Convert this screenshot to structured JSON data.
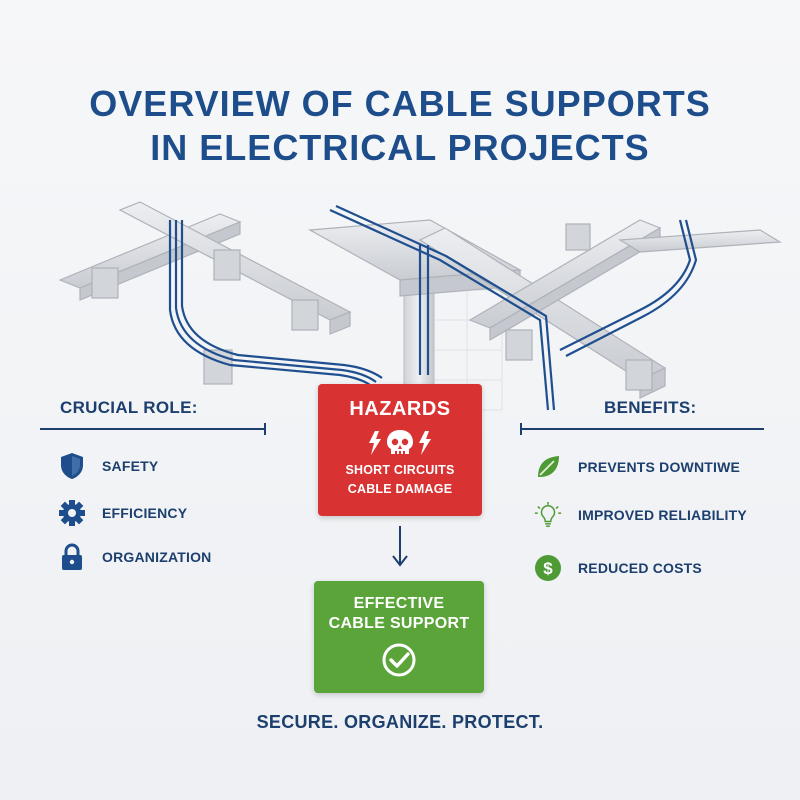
{
  "title": {
    "line1": "OVERVIEW OF CABLE SUPPORTS",
    "line2": "IN ELECTRICAL PROJECTS"
  },
  "left": {
    "heading": "CRUCIAL ROLE:",
    "items": [
      {
        "label": "SAFETY",
        "icon": "shield-icon"
      },
      {
        "label": "EFFICIENCY",
        "icon": "gear-icon"
      },
      {
        "label": "ORGANIZATION",
        "icon": "lock-icon"
      }
    ]
  },
  "right": {
    "heading": "BENEFITS:",
    "items": [
      {
        "label": "PREVENTS DOWNTIWE",
        "icon": "leaf-icon"
      },
      {
        "label": "IMPROVED RELIABILITY",
        "icon": "lightbulb-icon"
      },
      {
        "label": "REDUCED COSTS",
        "icon": "dollar-icon"
      }
    ]
  },
  "hazards": {
    "title": "HAZARDS",
    "icon": "skull-lightning-icon",
    "lines": [
      "SHORT CIRCUITS",
      "CABLE DAMAGE"
    ]
  },
  "support": {
    "lines": [
      "EFFECTIVE",
      "CABLE SUPPORT"
    ],
    "icon": "check-circle-icon"
  },
  "tagline": "SECURE. ORGANIZE. PROTECT.",
  "colors": {
    "title": "#1d4d8a",
    "text": "#1c3f6e",
    "hazard": "#d93232",
    "support": "#5aa43a",
    "cable": "#1f4f8f",
    "tray": "#d6d9de"
  }
}
